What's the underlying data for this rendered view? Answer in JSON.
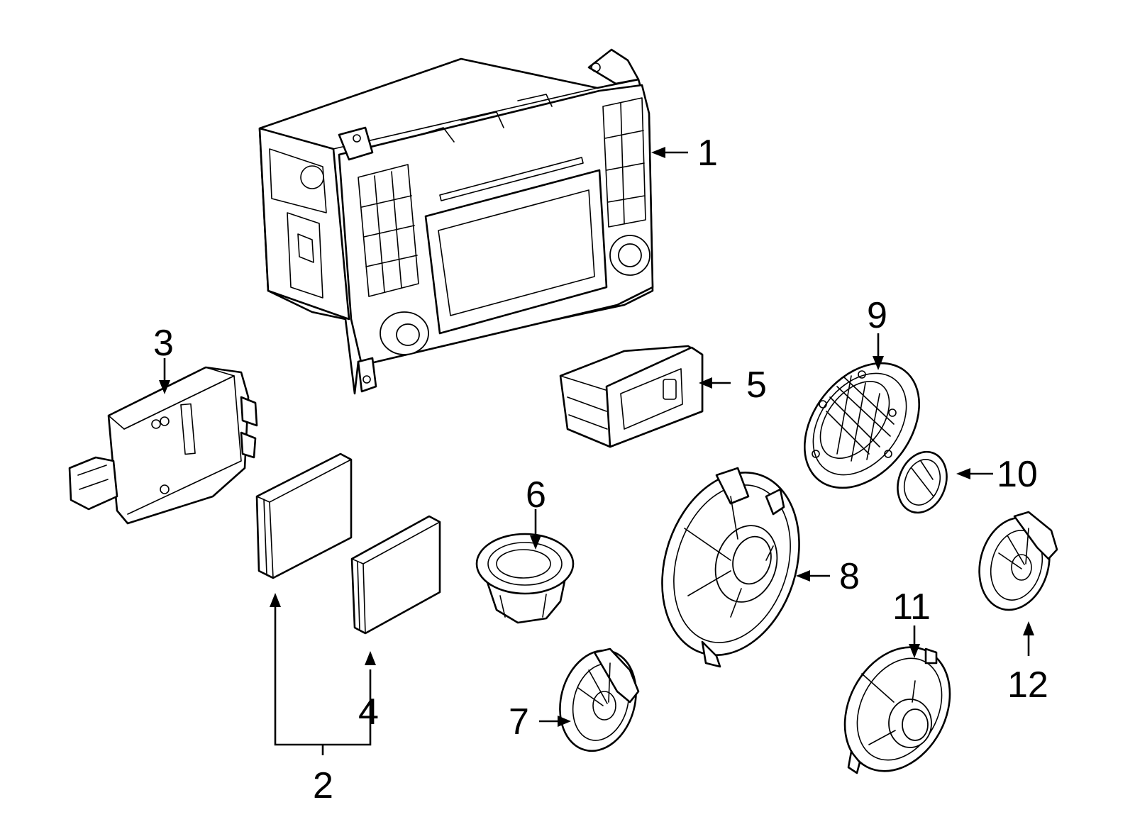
{
  "callouts": {
    "c1": "1",
    "c2": "2",
    "c3": "3",
    "c4": "4",
    "c5": "5",
    "c6": "6",
    "c7": "7",
    "c8": "8",
    "c9": "9",
    "c10": "10",
    "c11": "11",
    "c12": "12"
  },
  "parts": [
    {
      "ref": "1",
      "icon": "radio-head-unit-icon"
    },
    {
      "ref": "2",
      "icon": "module-pair-bracket-icon"
    },
    {
      "ref": "3",
      "icon": "control-module-icon"
    },
    {
      "ref": "4",
      "icon": "module-card-icon"
    },
    {
      "ref": "5",
      "icon": "media-interface-icon"
    },
    {
      "ref": "6",
      "icon": "tweeter-icon"
    },
    {
      "ref": "7",
      "icon": "small-speaker-icon"
    },
    {
      "ref": "8",
      "icon": "door-speaker-icon"
    },
    {
      "ref": "9",
      "icon": "speaker-grille-icon"
    },
    {
      "ref": "10",
      "icon": "tweeter-cover-icon"
    },
    {
      "ref": "11",
      "icon": "rear-speaker-icon"
    },
    {
      "ref": "12",
      "icon": "small-speaker-icon"
    }
  ],
  "colors": {
    "line": "#000000",
    "background": "#ffffff"
  }
}
